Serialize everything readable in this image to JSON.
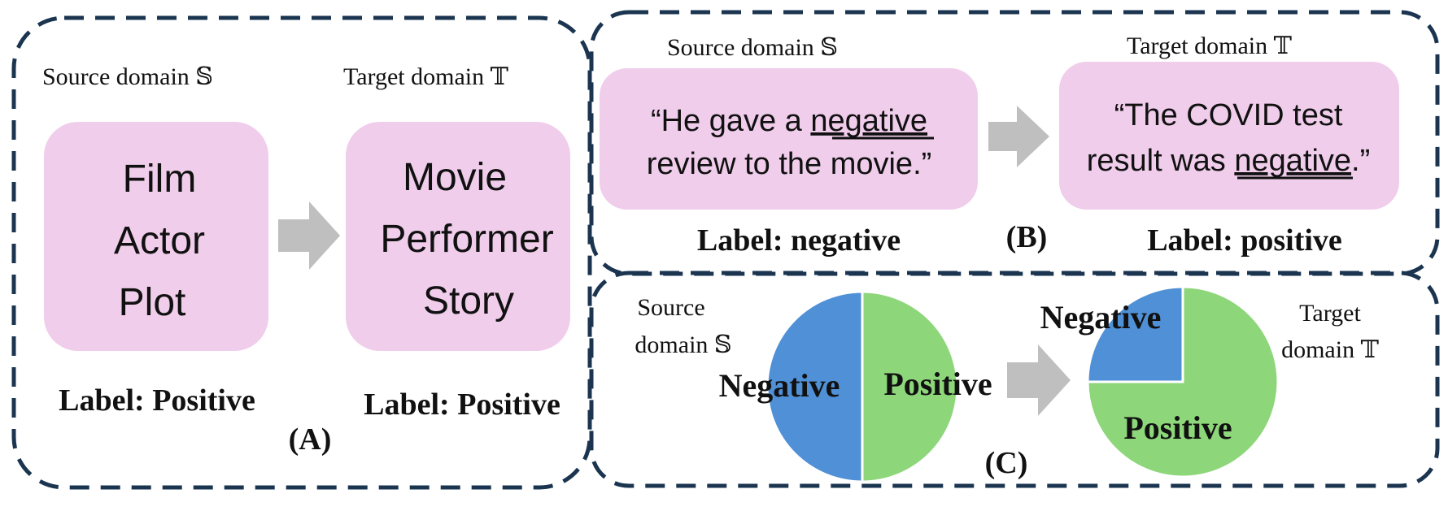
{
  "colors": {
    "border": "#1b3550",
    "box_fill": "#f0cdeb",
    "arrow": "#bfbfbf",
    "pie_negative": "#4f90d6",
    "pie_positive": "#8dd67a"
  },
  "panel_a": {
    "source_label": "Source domain 𝕊",
    "target_label": "Target domain 𝕋",
    "source_words": [
      "Film",
      "Actor",
      "Plot"
    ],
    "target_words": [
      "Movie",
      "Performer",
      "Story"
    ],
    "source_class": "Label: Positive",
    "target_class": "Label: Positive",
    "tag": "(A)"
  },
  "panel_b": {
    "source_label": "Source domain 𝕊",
    "target_label": "Target domain 𝕋",
    "source_line1_pre": "“He gave a ",
    "source_line1_word": "negative",
    "source_line2": "review to the movie.”",
    "target_line1": "“The COVID test",
    "target_line2_pre": "result was ",
    "target_line2_word": "negative",
    "target_line2_post": ".”",
    "source_class": "Label: negative",
    "target_class": "Label: positive",
    "tag": "(B)"
  },
  "panel_c": {
    "source_label_line1": "Source",
    "source_label_line2": "domain 𝕊",
    "target_label_line1": "Target",
    "target_label_line2": "domain 𝕋",
    "source_pie": {
      "negative": 0.5,
      "positive": 0.5
    },
    "target_pie": {
      "negative": 0.25,
      "positive": 0.75
    },
    "negative_text": "Negative",
    "positive_text": "Positive",
    "tag": "(C)"
  }
}
